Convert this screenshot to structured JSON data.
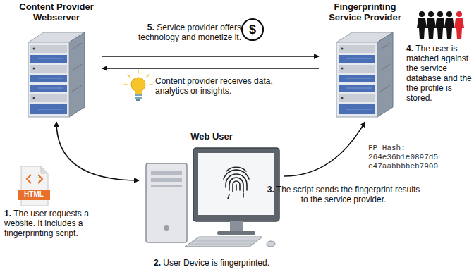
{
  "diagram": {
    "nodes": [
      {
        "text": [
          "Content Provider Webserver"
        ]
      },
      {
        "text": [
          "Fingerprinting Service Provider"
        ]
      },
      {
        "text": [
          "Web User"
        ]
      }
    ],
    "edges": [
      {
        "from": 0,
        "to": 2,
        "arrow": "both"
      },
      {
        "from": 2,
        "to": 1,
        "arrow": "to"
      },
      {
        "from": 0,
        "to": 1,
        "arrow": "to"
      },
      {
        "from": 1,
        "to": 0,
        "arrow": "to"
      }
    ],
    "labels": [
      "5.",
      "Service provider offers technology and monetize it.",
      "$",
      "Content provider receives data, analytics or insights.",
      "4.",
      "The user is matched against the service database and the the profile is stored.",
      "FP Hash: 264e36b1e0897d5 c47aabbbbeb7900",
      "HTML",
      "1.",
      "The user requests a website. It includes a fingerprinting script.",
      "3.",
      "The script sends the fingerprint results to the service provider.",
      "2.",
      "User Device is fingerprinted."
    ]
  }
}
